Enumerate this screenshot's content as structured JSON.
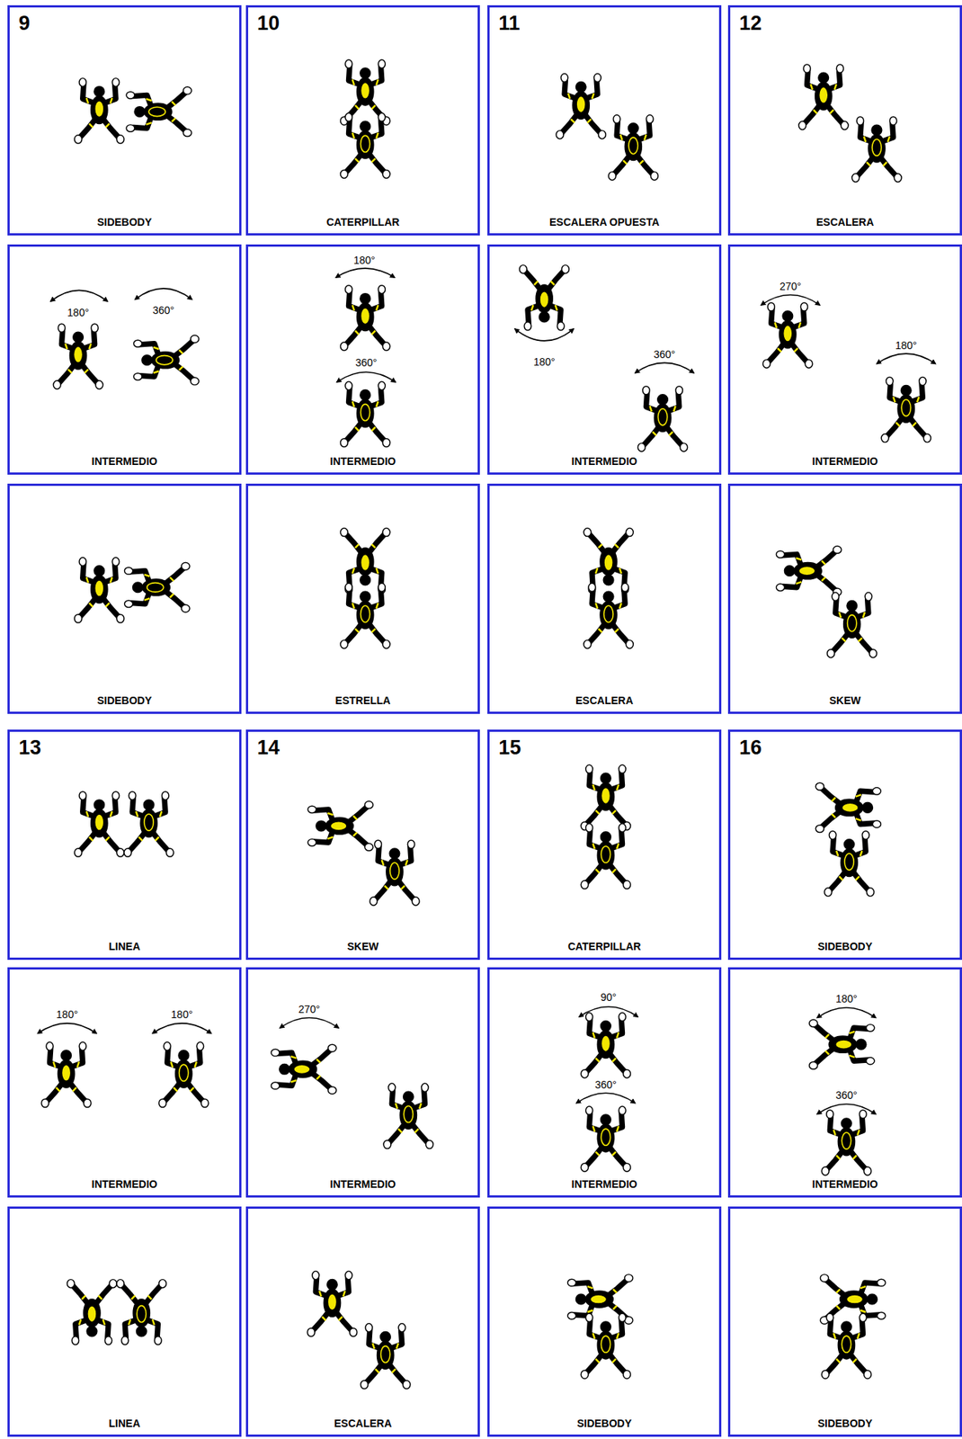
{
  "diagram": {
    "nodes": [
      {
        "text": [
          "9",
          "SIDEBODY"
        ]
      },
      {
        "text": [
          "10",
          "CATERPILLAR"
        ]
      },
      {
        "text": [
          "11",
          "ESCALERA OPUESTA"
        ]
      },
      {
        "text": [
          "12",
          "ESCALERA"
        ]
      },
      {
        "text": [
          "180°",
          "360°",
          "INTERMEDIO"
        ]
      },
      {
        "text": [
          "180°",
          "360°",
          "INTERMEDIO"
        ]
      },
      {
        "text": [
          "180°",
          "360°",
          "INTERMEDIO"
        ]
      },
      {
        "text": [
          "270°",
          "180°",
          "INTERMEDIO"
        ]
      },
      {
        "text": [
          "SIDEBODY"
        ]
      },
      {
        "text": [
          "ESTRELLA"
        ]
      },
      {
        "text": [
          "ESCALERA"
        ]
      },
      {
        "text": [
          "SKEW"
        ]
      },
      {
        "text": [
          "13",
          "LINEA"
        ]
      },
      {
        "text": [
          "14",
          "SKEW"
        ]
      },
      {
        "text": [
          "15",
          "CATERPILLAR"
        ]
      },
      {
        "text": [
          "16",
          "SIDEBODY"
        ]
      },
      {
        "text": [
          "180°",
          "180°",
          "INTERMEDIO"
        ]
      },
      {
        "text": [
          "270°",
          "INTERMEDIO"
        ]
      },
      {
        "text": [
          "90°",
          "360°",
          "INTERMEDIO"
        ]
      },
      {
        "text": [
          "180°",
          "360°",
          "INTERMEDIO"
        ]
      },
      {
        "text": [
          "LINEA"
        ]
      },
      {
        "text": [
          "ESCALERA"
        ]
      },
      {
        "text": [
          "SIDEBODY"
        ]
      },
      {
        "text": [
          "SIDEBODY"
        ]
      }
    ]
  }
}
